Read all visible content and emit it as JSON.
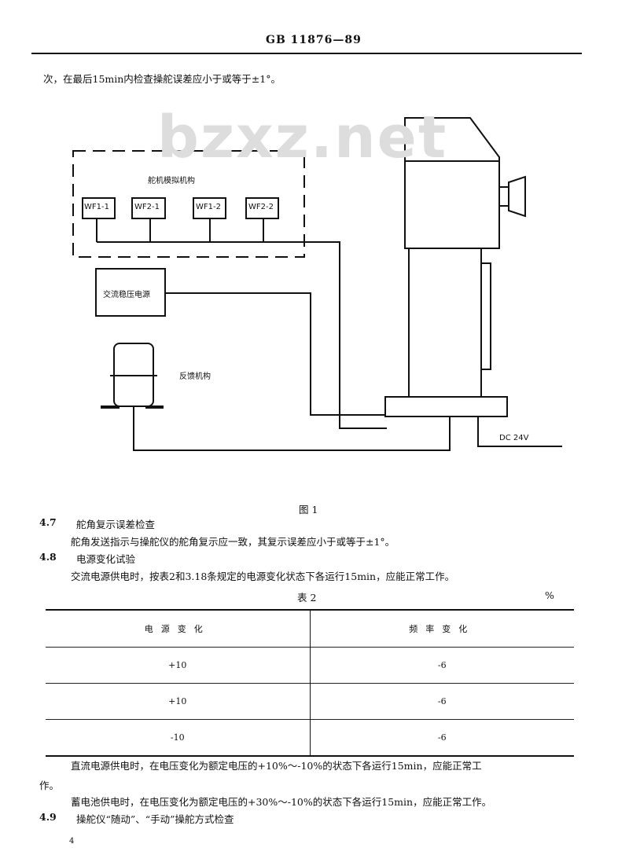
{
  "header": {
    "standard_no": "GB 11876—89"
  },
  "intro_line": "次，在最后15min内检查操舵误差应小于或等于±1°。",
  "watermark": "bzxz.net",
  "figure": {
    "caption": "图 1",
    "sim_box_label": "舵机模拟机构",
    "wf_labels": [
      "WF1-1",
      "WF2-1",
      "WF1-2",
      "WF2-2"
    ],
    "power_box_label": "交流稳压电源",
    "feedback_label": "反馈机构",
    "dc_label": "DC 24V"
  },
  "sections": [
    {
      "num": "4.7",
      "title": "舵角复示误差检查",
      "body": "舵角发送指示与操舵仪的舵角复示应一致，其复示误差应小于或等于±1°。"
    },
    {
      "num": "4.8",
      "title": "电源变化试验",
      "body": "交流电源供电时，按表2和3.18条规定的电源变化状态下各运行15min，应能正常工作。"
    }
  ],
  "table": {
    "title": "表 2",
    "unit": "%",
    "headers": [
      "电源变化",
      "频率变化"
    ],
    "rows": [
      [
        "+10",
        "-6"
      ],
      [
        "+10",
        "-6"
      ],
      [
        "-10",
        "-6"
      ]
    ]
  },
  "after_table": {
    "p1": "直流电源供电时，在电压变化为额定电压的+10%～-10%的状态下各运行15min，应能正常工",
    "p1_cont": "作。",
    "p2": "蓄电池供电时，在电压变化为额定电压的+30%～-10%的状态下各运行15min，应能正常工作。",
    "sec49_num": "4.9",
    "sec49_title": "操舵仪“随动”、“手动”操舵方式检查"
  },
  "page_number": "4"
}
